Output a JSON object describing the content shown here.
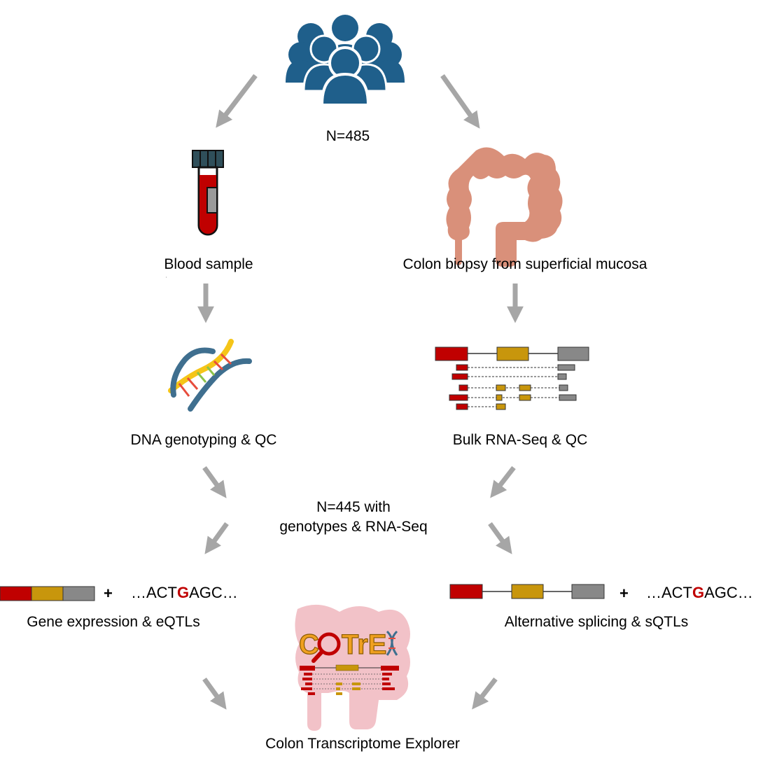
{
  "cohort": {
    "n_total": "N=485"
  },
  "left_branch": {
    "sample": "Blood sample",
    "process": "DNA genotyping & QC",
    "output": "Gene expression & eQTLs"
  },
  "right_branch": {
    "sample": "Colon biopsy from superficial mucosa",
    "process": "Bulk RNA-Seq & QC",
    "output": "Alternative splicing & sQTLs"
  },
  "merge": {
    "line1": "N=445 with",
    "line2": "genotypes & RNA-Seq"
  },
  "sequence": {
    "prefix": "…ACT",
    "highlight": "G",
    "suffix": "AGC…",
    "plus": "+"
  },
  "stray_mark": "’",
  "logo": {
    "text": "COTrEX"
  },
  "final": "Colon Transcriptome Explorer",
  "icons": [
    "people-icon",
    "blood-tube-icon",
    "colon-icon",
    "dna-icon",
    "rna-transcripts-icon",
    "gene-bar-icon",
    "gene-structure-icon",
    "cotrex-logo"
  ],
  "colors": {
    "people": "#1f5f8b",
    "arrow": "#a6a6a6",
    "blood": "#c00000",
    "tube_cap": "#2f4f5a",
    "colon": "#d9907a",
    "exon_red": "#c00000",
    "exon_gold": "#c8960c",
    "exon_gray": "#888888",
    "logo_bg": "#f2c2c8",
    "dna_blue": "#3f6f8f",
    "dna_yellow": "#f5c518"
  }
}
